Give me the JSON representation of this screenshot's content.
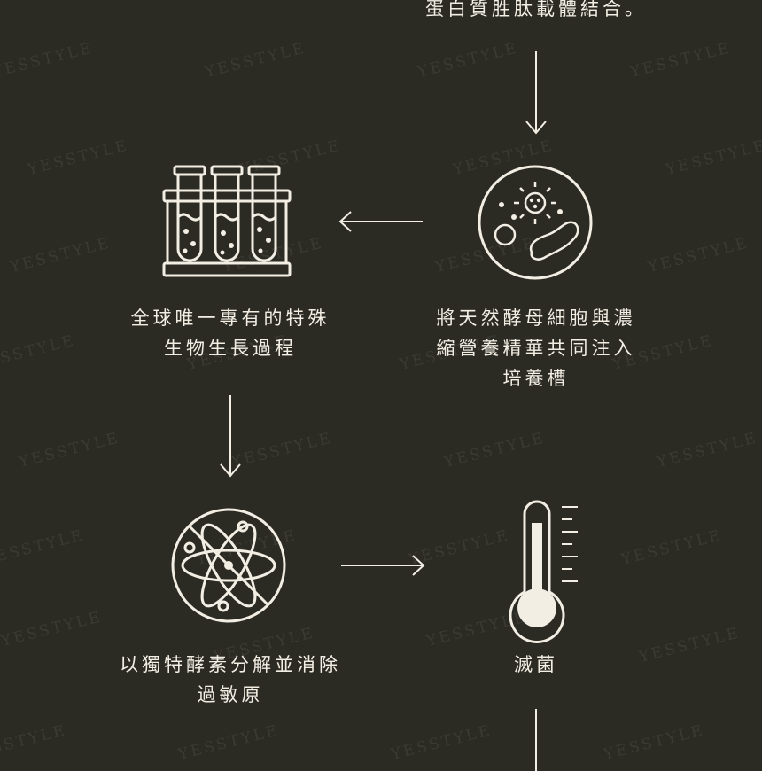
{
  "watermark": "YESSTYLE",
  "top_caption": "蛋白質胜肽載體結合。",
  "steps": [
    {
      "lines": [
        "將天然酵母細胞與濃",
        "縮營養精華共同注入",
        "培養槽"
      ],
      "icon": "bacteria-petri-icon"
    },
    {
      "lines": [
        "全球唯一專有的特殊",
        "生物生長過程"
      ],
      "icon": "test-tubes-icon"
    },
    {
      "lines": [
        "以獨特酵素分解並消除",
        "過敏原"
      ],
      "icon": "no-allergen-atom-icon"
    },
    {
      "lines": [
        "滅菌"
      ],
      "icon": "thermometer-icon"
    }
  ],
  "colors": {
    "background": "#2c2b23",
    "line": "#f2eee4"
  }
}
